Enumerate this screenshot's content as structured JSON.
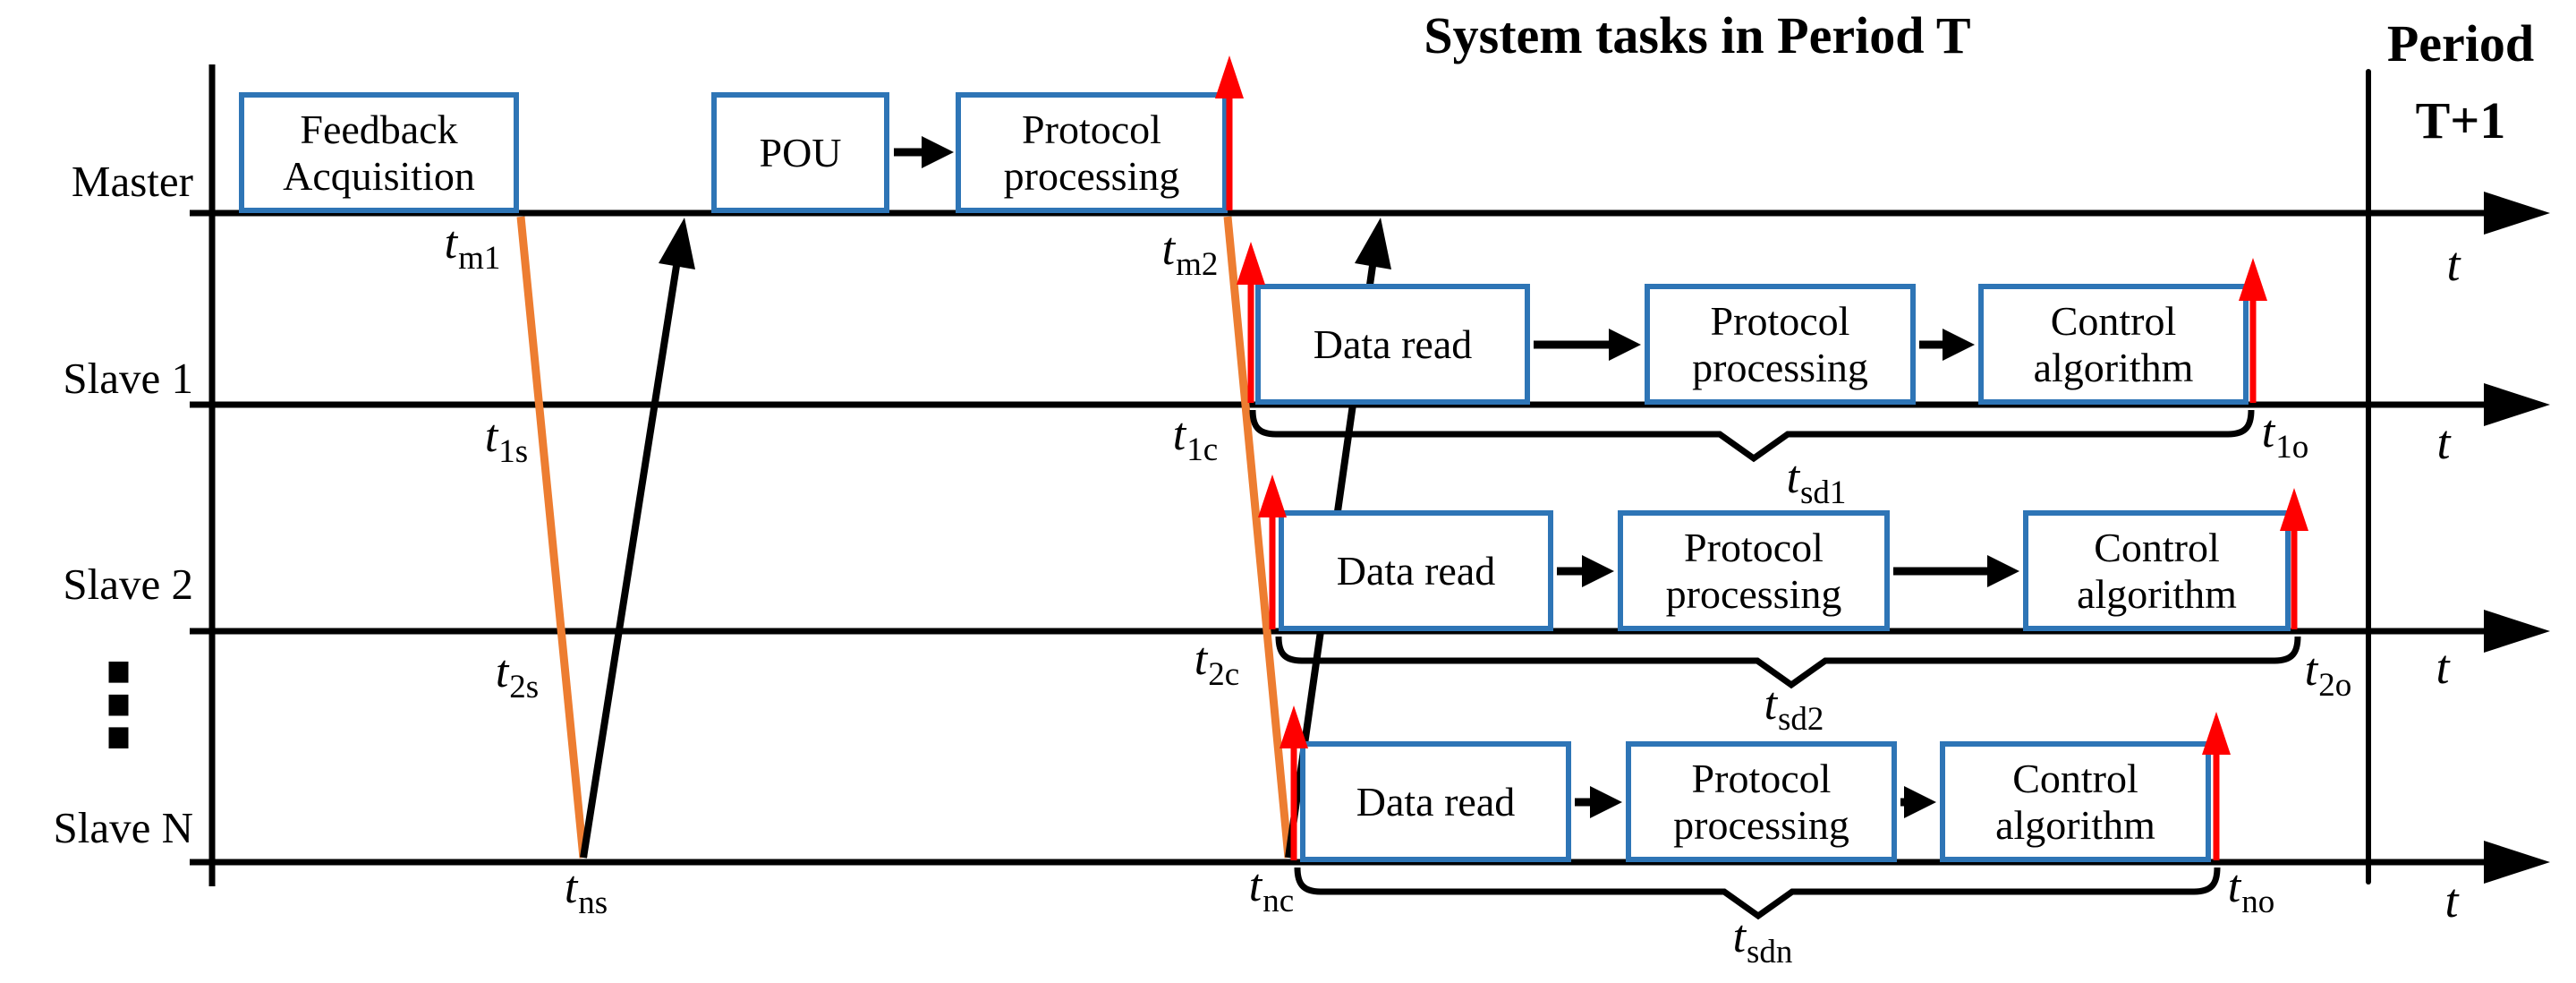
{
  "title": "System tasks in Period T",
  "period_next": {
    "line1": "Period",
    "line2": "T+1"
  },
  "ellipsis": "⋮",
  "rows": {
    "master": {
      "label": "Master",
      "axis_label": "t"
    },
    "slave1": {
      "label": "Slave 1",
      "axis_label": "t"
    },
    "slave2": {
      "label": "Slave 2",
      "axis_label": "t"
    },
    "slaveN": {
      "label": "Slave N",
      "axis_label": "t"
    }
  },
  "boxes": {
    "master": [
      {
        "label": "Feedback Acquisition"
      },
      {
        "label": "POU"
      },
      {
        "label": "Protocol processing"
      }
    ],
    "slave1": [
      {
        "label": "Data read"
      },
      {
        "label": "Protocol processing"
      },
      {
        "label": "Control algorithm"
      }
    ],
    "slave2": [
      {
        "label": "Data read"
      },
      {
        "label": "Protocol processing"
      },
      {
        "label": "Control algorithm"
      }
    ],
    "slaveN": [
      {
        "label": "Data read"
      },
      {
        "label": "Protocol processing"
      },
      {
        "label": "Control algorithm"
      }
    ]
  },
  "time_labels": {
    "tm1": {
      "main": "t",
      "sub": "m1"
    },
    "tm2": {
      "main": "t",
      "sub": "m2"
    },
    "t1s": {
      "main": "t",
      "sub": "1s"
    },
    "t2s": {
      "main": "t",
      "sub": "2s"
    },
    "tns": {
      "main": "t",
      "sub": "ns"
    },
    "t1c": {
      "main": "t",
      "sub": "1c"
    },
    "t2c": {
      "main": "t",
      "sub": "2c"
    },
    "tnc": {
      "main": "t",
      "sub": "nc"
    },
    "t1o": {
      "main": "t",
      "sub": "1o"
    },
    "t2o": {
      "main": "t",
      "sub": "2o"
    },
    "tno": {
      "main": "t",
      "sub": "no"
    },
    "tsd1": {
      "main": "t",
      "sub": "sd1"
    },
    "tsd2": {
      "main": "t",
      "sub": "sd2"
    },
    "tsdn": {
      "main": "t",
      "sub": "sdn"
    }
  },
  "colors": {
    "box_border": "#2E75B6",
    "frame_downstream": "#ED7D31",
    "event": "#FF0000",
    "ink": "#000000"
  }
}
